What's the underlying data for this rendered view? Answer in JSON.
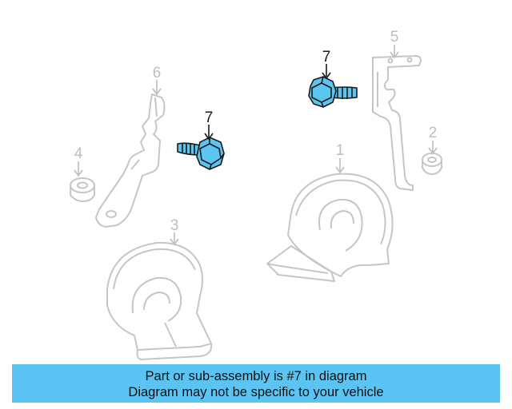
{
  "colors": {
    "background": "#ffffff",
    "ghost_line": "#c6c6c6",
    "ghost_text": "#bdbdbd",
    "highlight_fill": "#5cc5f0",
    "highlight_stroke": "#1a1a1a",
    "banner_fill": "#5bc4f2",
    "banner_text": "#111111"
  },
  "callouts": {
    "c1": "1",
    "c2": "2",
    "c3": "3",
    "c4": "4",
    "c5": "5",
    "c6": "6",
    "c7a": "7",
    "c7b": "7"
  },
  "banner": {
    "line1": "Part or sub-assembly is #7 in diagram",
    "line2": "Diagram may not be specific to your vehicle"
  }
}
